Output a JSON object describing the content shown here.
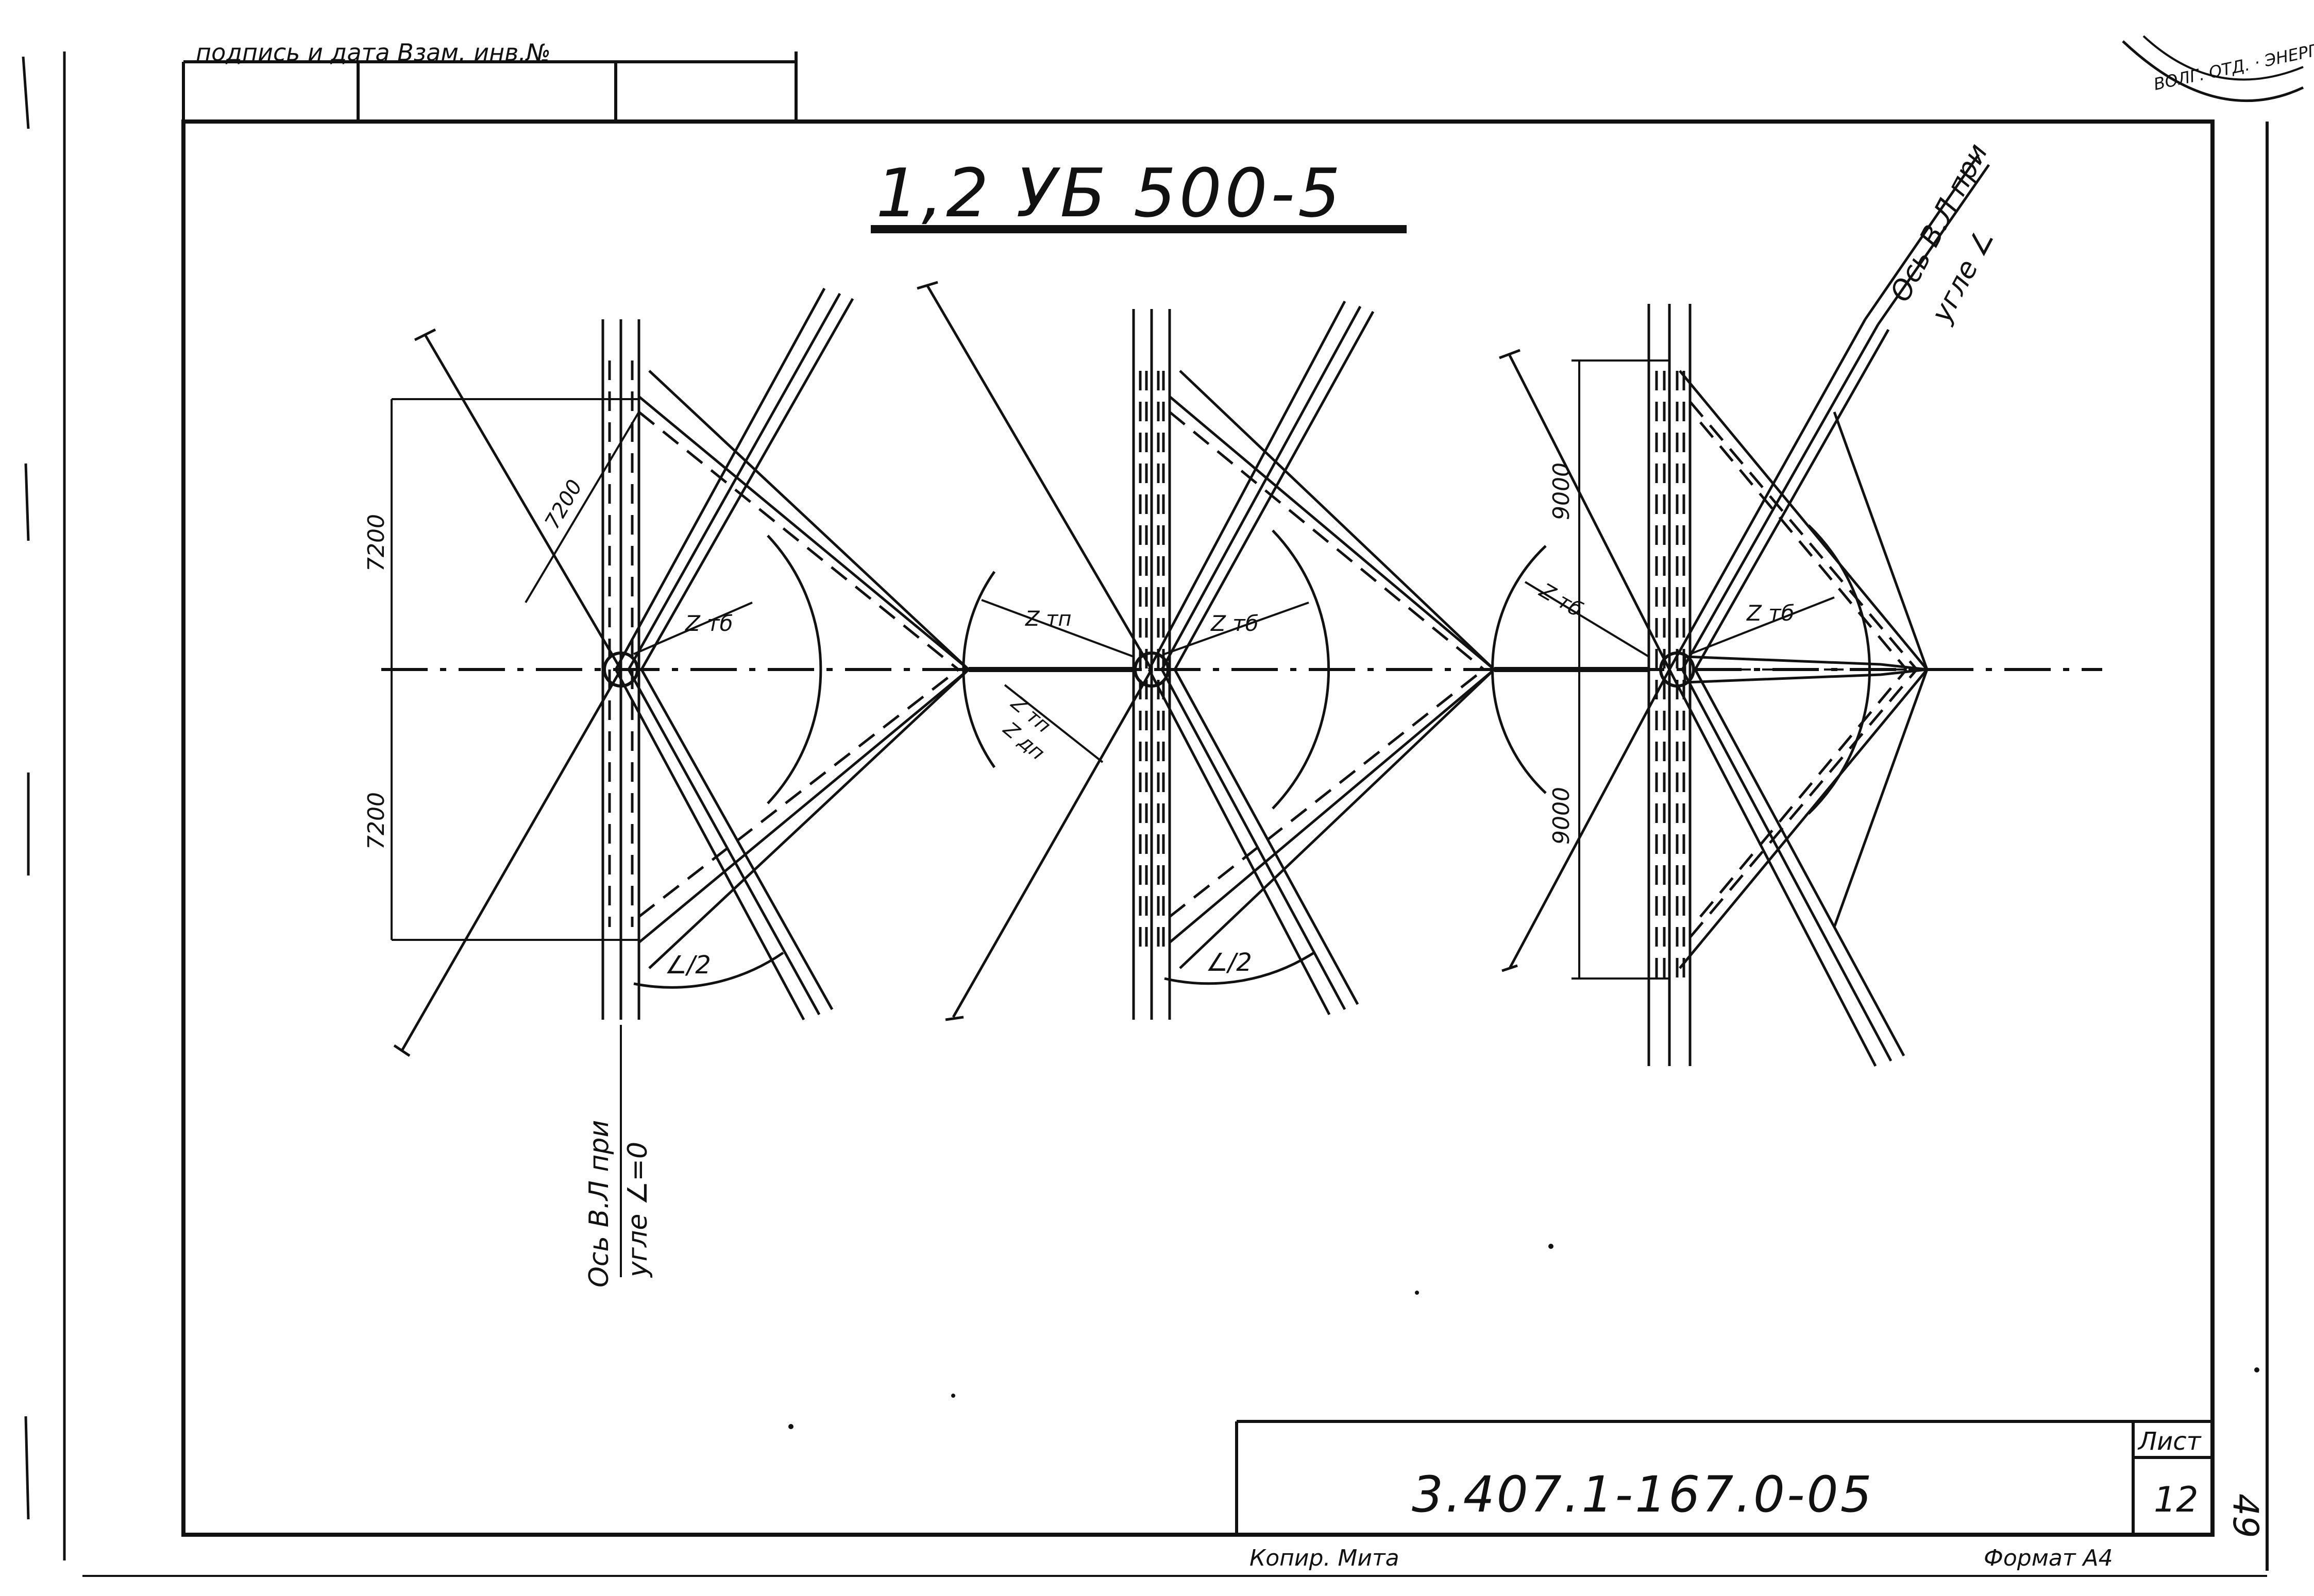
{
  "drawing": {
    "title": "1,2 УБ 500-5",
    "doc_code": "3.407.1-167.0-05",
    "sheet_label": "Лист",
    "sheet_number": "12",
    "page_number": "49",
    "format_text": "Формат А4",
    "copied_text": "Копир. Мита",
    "header_fragment": "подпись и дата  Взам. инв.№"
  },
  "dimensions": {
    "left_upper": "7200",
    "left_lower": "7200",
    "left_diag": "7200",
    "right_upper": "9000",
    "right_lower": "9000"
  },
  "labels": {
    "axis_a0_line1": "Ось В.Л при",
    "axis_a0_line2": "угле ∠=0",
    "axis_alpha_line1": "Ось В.Л при",
    "axis_alpha_line2": "угле ∠",
    "half_angle": "∠/2",
    "r_tb": "Z тб",
    "r_tp": "Z тп",
    "r_dp": "Z дп"
  },
  "stamp": {
    "text": "ВОЛГ. ОТД. · ЭНЕРГОСЕТЬПРОЕКТ"
  },
  "colors": {
    "ink": "#111111",
    "paper": "#ffffff"
  }
}
